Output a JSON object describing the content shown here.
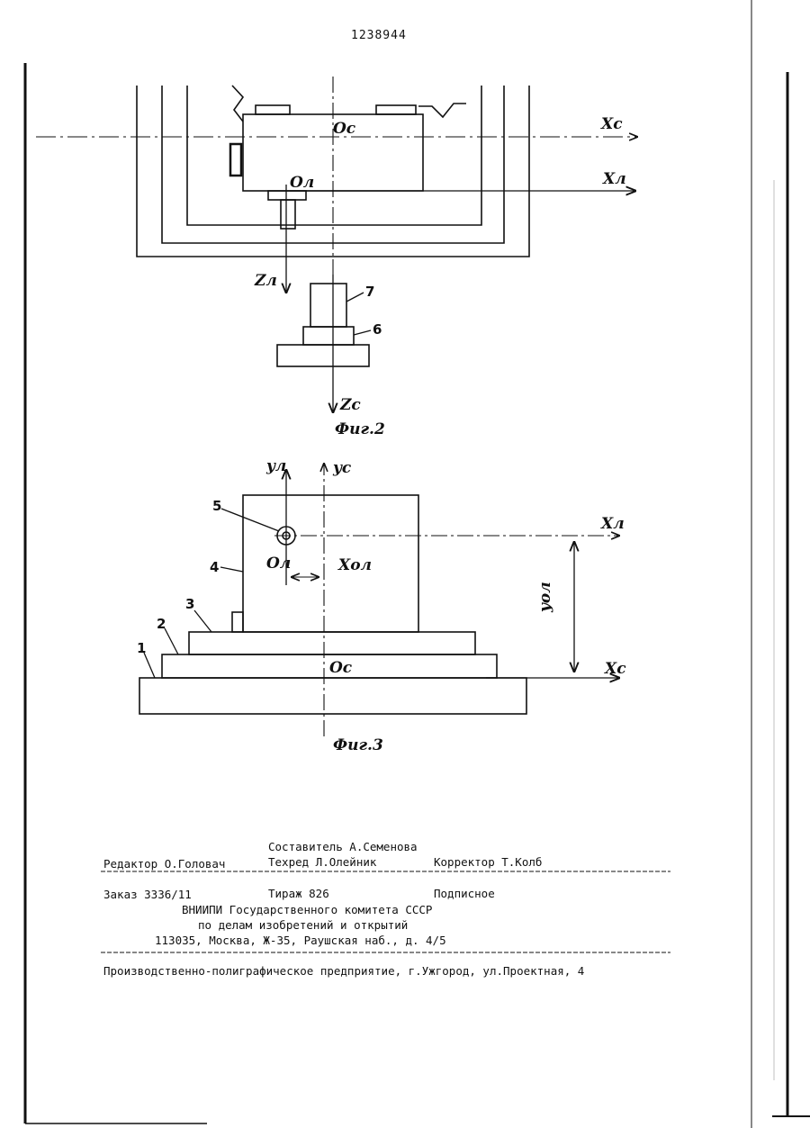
{
  "header": {
    "doc_number": "1238944"
  },
  "fig2": {
    "caption": "Фиг.2",
    "labels": {
      "oc": "Oc",
      "ol": "Oл",
      "xc": "Xc",
      "xl": "Xл",
      "zl": "Zл",
      "zc": "Zc"
    },
    "callouts": [
      "7",
      "6"
    ]
  },
  "fig3": {
    "caption": "Фиг.3",
    "labels": {
      "yl": "yл",
      "yc": "yc",
      "xl": "Xл",
      "xc": "Xc",
      "ol": "Oл",
      "oc": "Oc",
      "xol": "Xoл",
      "yol": "yoл"
    },
    "callouts": [
      "5",
      "4",
      "3",
      "2",
      "1"
    ]
  },
  "imprint": {
    "compiler": "Составитель А.Семенова",
    "editor": "Редактор О.Головач",
    "techred": "Техред Л.Олейник",
    "corrector": "Корректор Т.Колб",
    "order": "Заказ 3336/11",
    "circulation": "Тираж 826",
    "subscription": "Подписное",
    "org1": "ВНИИПИ Государственного комитета СССР",
    "org2": "по делам изобретений и открытий",
    "address": "113035, Москва, Ж-35, Раушская наб., д. 4/5",
    "printer": "Производственно-полиграфическое предприятие, г.Ужгород, ул.Проектная, 4"
  }
}
